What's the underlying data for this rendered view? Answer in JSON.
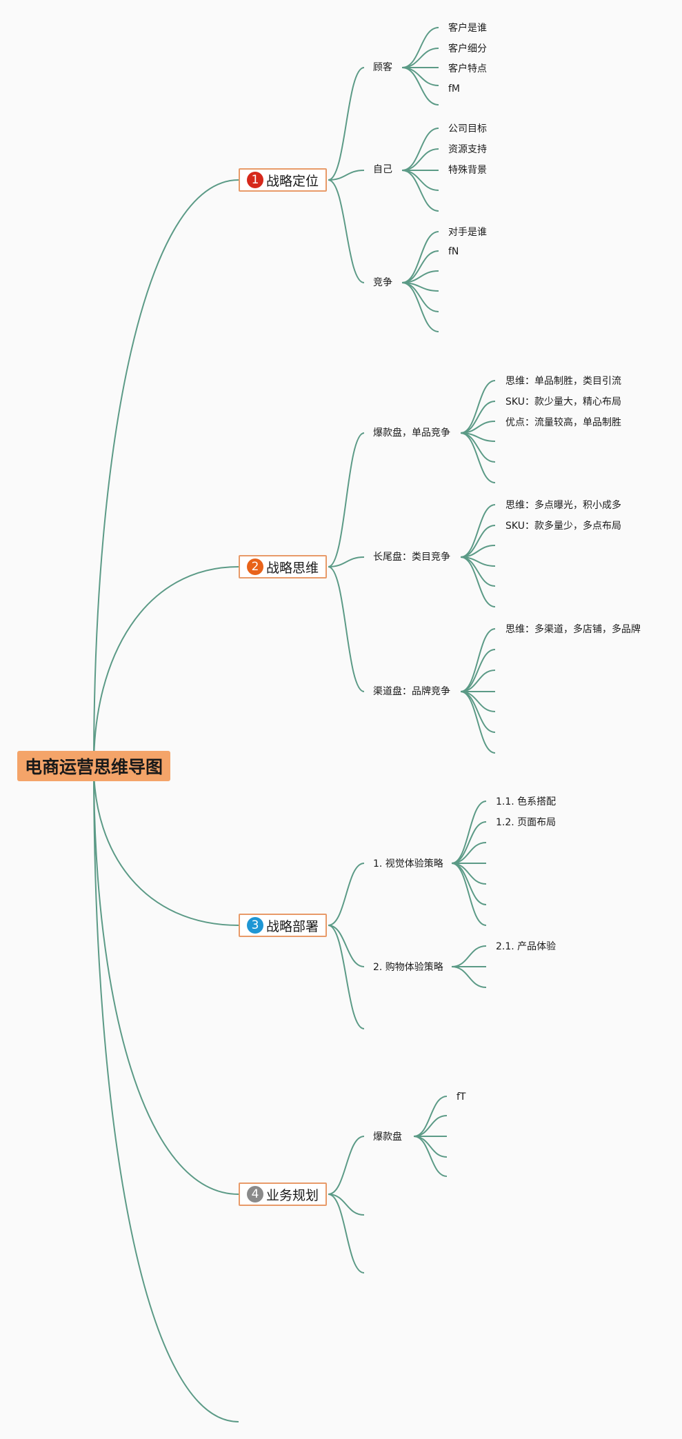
{
  "root": {
    "label": "电商运营思维导图",
    "color": "#f4a469"
  },
  "branch_color": "#5b9a86",
  "branches": [
    {
      "number": "1",
      "badge_color": "#d6281b",
      "label": "战略定位",
      "children": [
        {
          "label": "顾客",
          "leaves": [
            "客户是谁",
            "客户细分",
            "客户特点",
            "fM"
          ]
        },
        {
          "label": "自己",
          "leaves": [
            "公司目标",
            "资源支持",
            "特殊背景"
          ]
        },
        {
          "label": "竞争",
          "leaves": [
            "对手是谁",
            "fN"
          ]
        }
      ]
    },
    {
      "number": "2",
      "badge_color": "#e8631a",
      "label": "战略思维",
      "children": [
        {
          "label": "爆款盘，单品竞争",
          "leaves": [
            "思维：单品制胜，类目引流",
            "SKU：款少量大，精心布局",
            "优点：流量较高，单品制胜"
          ]
        },
        {
          "label": "长尾盘：类目竞争",
          "leaves": [
            "思维：多点曝光，积小成多",
            "SKU：款多量少，多点布局"
          ]
        },
        {
          "label": "渠道盘：品牌竞争",
          "leaves": [
            "思维：多渠道，多店铺，多品牌"
          ]
        }
      ]
    },
    {
      "number": "3",
      "badge_color": "#1e96d4",
      "label": "战略部署",
      "children": [
        {
          "label": "1. 视觉体验策略",
          "leaves": [
            "1.1. 色系搭配",
            "1.2. 页面布局"
          ]
        },
        {
          "label": "2. 购物体验策略",
          "leaves": [
            "2.1. 产品体验"
          ]
        }
      ]
    },
    {
      "number": "4",
      "badge_color": "#8a8a8a",
      "label": "业务规划",
      "children": [
        {
          "label": "爆款盘",
          "leaves": [
            "fT"
          ]
        }
      ]
    }
  ]
}
